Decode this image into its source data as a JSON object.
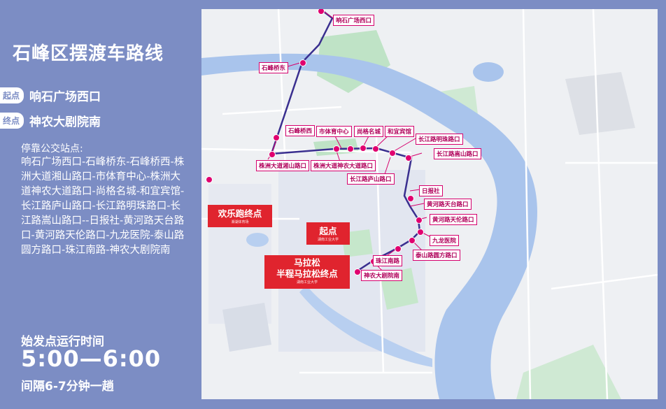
{
  "title": "石峰区摆渡车路线",
  "start": {
    "tag": "起点",
    "name": "响石广场西口"
  },
  "end": {
    "tag": "终点",
    "name": "神农大剧院南"
  },
  "stops_title": "停靠公交站点:",
  "stops_text": "响石广场西口-石峰桥东-石峰桥西-株洲大道湘山路口-市体育中心-株洲大道神农大道路口-尚格名城-和宜宾馆-长江路庐山路口-长江路明珠路口-长江路嵩山路口--日报社-黄河路天台路口-黄河路天伦路口-九龙医院-泰山路圆方路口-珠江南路-神农大剧院南",
  "time_label": "始发点运行时间",
  "time_value": "5:00—6:00",
  "interval": "间隔6-7分钟一趟",
  "map": {
    "stop_labels": [
      "响石广场西口",
      "石峰桥东",
      "石峰桥西",
      "市体育中心",
      "尚格名城",
      "和宜宾馆",
      "长江路明珠路口",
      "长江路嵩山路口",
      "株洲大道湘山路口",
      "株洲大道神农大道路口",
      "长江路庐山路口",
      "日报社",
      "黄河路天台路口",
      "黄河路天伦路口",
      "九龙医院",
      "泰山路圆方路口",
      "珠江南路",
      "神农大剧院南"
    ],
    "huanle_label": "欢乐跑终点",
    "huanle_sub": "湘湖体育场",
    "start_label": "起点",
    "start_sub": "湖南工业大学",
    "marathon_line1": "马拉松",
    "marathon_line2": "半程马拉松终点",
    "marathon_sub": "湖南工业大学"
  },
  "colors": {
    "background": "#7c8dc4",
    "route": "#3a2f8f",
    "stop": "#e0006f",
    "highlight": "#e0242e",
    "river": "#a9c4ec"
  }
}
